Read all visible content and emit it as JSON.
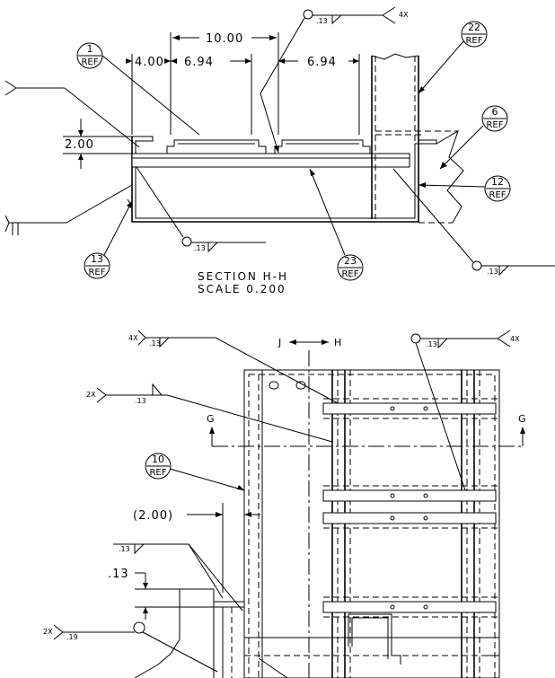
{
  "section_view": {
    "dimensions": {
      "d_10_00": "10.00",
      "d_4_00": "4.00",
      "d_6_94_left": "6.94",
      "d_6_94_right": "6.94",
      "d_2_00": "2.00"
    },
    "balloons": [
      {
        "number": "1",
        "ref": "REF"
      },
      {
        "number": "22",
        "ref": "REF"
      },
      {
        "number": "6",
        "ref": "REF"
      },
      {
        "number": "12",
        "ref": "REF"
      },
      {
        "number": "13",
        "ref": "REF"
      },
      {
        "number": "23",
        "ref": "REF"
      }
    ],
    "welds": {
      "top_size": ".13",
      "top_qty": "4X",
      "bottom_size": ".13",
      "right_size": ".13"
    },
    "title": {
      "line1": "SECTION   H-H",
      "line2": "SCALE   0.200"
    }
  },
  "plan_view": {
    "welds": {
      "top_left_qty": "4X",
      "top_left_size": ".13",
      "top_right_size": ".13",
      "top_right_qty": "4X",
      "mid_qty": "2X",
      "mid_size": ".13",
      "left_size": ".13",
      "bottom_qty": "2X",
      "bottom_size": ".19"
    },
    "dimensions": {
      "d_2_00_ref": "(2.00)",
      "d_13": ".13"
    },
    "balloon": {
      "number": "10",
      "ref": "REF"
    },
    "section_labels": {
      "j": "J",
      "h": "H",
      "g_left": "G",
      "g_right": "G"
    }
  }
}
